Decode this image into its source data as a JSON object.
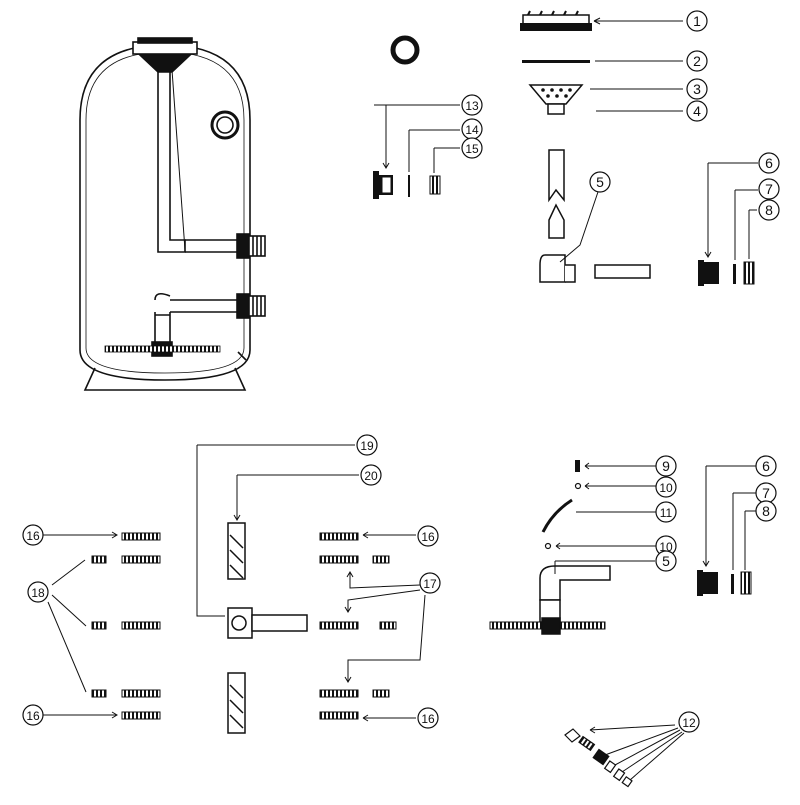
{
  "callouts": {
    "c1": "1",
    "c2": "2",
    "c3": "3",
    "c4": "4",
    "c5a": "5",
    "c6a": "6",
    "c7a": "7",
    "c8a": "8",
    "c13": "13",
    "c14": "14",
    "c15": "15",
    "c19": "19",
    "c20": "20",
    "c16a": "16",
    "c16b": "16",
    "c16c": "16",
    "c16d": "16",
    "c17": "17",
    "c18": "18",
    "c9": "9",
    "c10a": "10",
    "c11": "11",
    "c10b": "10",
    "c5b": "5",
    "c6b": "6",
    "c7b": "7",
    "c8b": "8",
    "c12": "12"
  }
}
